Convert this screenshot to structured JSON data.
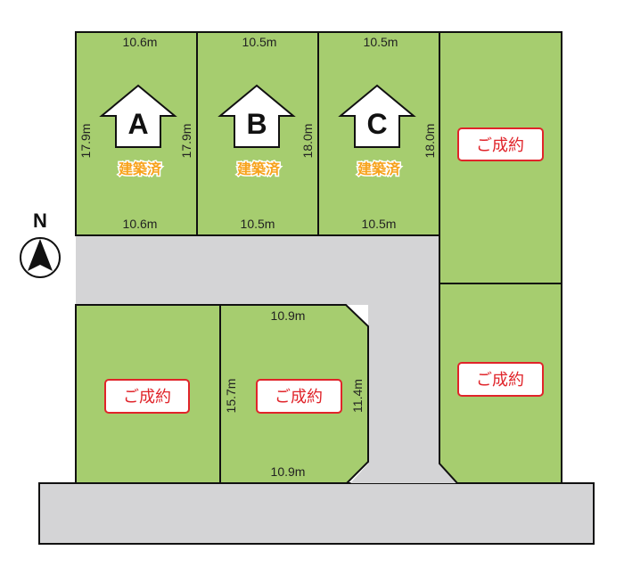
{
  "compass": {
    "label": "N"
  },
  "sold_label": "ご成約",
  "built_label": "建築済",
  "lots": {
    "A": {
      "letter": "A",
      "top": "10.6m",
      "bottom": "10.6m",
      "left": "17.9m",
      "right": "17.9m"
    },
    "B": {
      "letter": "B",
      "top": "10.5m",
      "bottom": "10.5m",
      "right": "18.0m"
    },
    "C": {
      "letter": "C",
      "top": "10.5m",
      "bottom": "10.5m",
      "right": "18.0m"
    },
    "D": {
      "top": "10.9m",
      "bottom": "10.9m",
      "left": "15.7m",
      "right": "11.4m"
    }
  },
  "colors": {
    "lot_fill": "#a6cd6f",
    "road_fill": "#d4d4d6",
    "outline": "#111111",
    "sold": "#e0242a",
    "built": "#f7a21b"
  }
}
